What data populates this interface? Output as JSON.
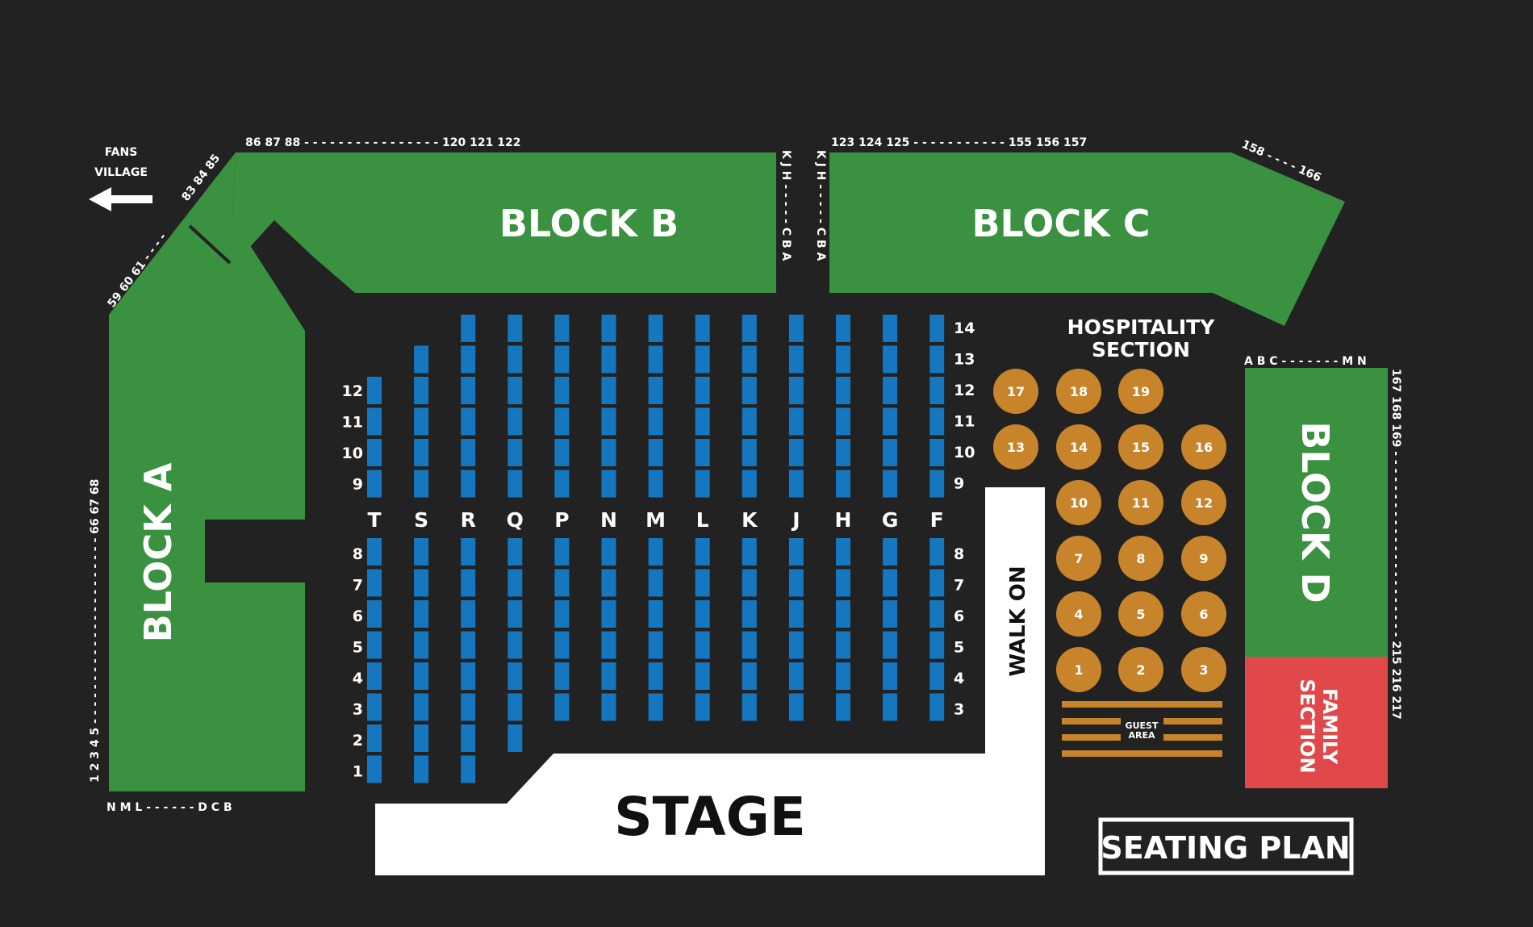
{
  "colors": {
    "background": "#222222",
    "block": "#3a9140",
    "seat": "#1577bf",
    "table": "#c8842a",
    "family": "#e0484a",
    "white": "#ffffff",
    "stage_text": "#111111"
  },
  "title": "SEATING PLAN",
  "fans_village": [
    "FANS",
    "VILLAGE"
  ],
  "blocks": {
    "a": "BLOCK A",
    "b": "BLOCK B",
    "c": "BLOCK C",
    "d": "BLOCK D",
    "family": [
      "FAMILY",
      "SECTION"
    ]
  },
  "stage": "STAGE",
  "walk_on": "WALK ON",
  "hospitality": [
    "HOSPITALITY",
    "SECTION"
  ],
  "guest_area": [
    "GUEST",
    "AREA"
  ],
  "edge_labels": {
    "block_b_top": "86 87 88 - - - - - - - - - - - - - - - - 120 121 122",
    "block_c_top": "123 124 125 - - - - - - - - - - - 155 156 157",
    "block_c_diag": "158 - - - - 166",
    "block_a_diag_upper": "83 84 85",
    "block_a_diag_lower": "59 60 61 - - - -",
    "block_a_left": "1 2 3 4 5 - - - - - - - - - - - - - - - - - - - - - - 66 67 68",
    "block_a_bottom": "N M L - - - - - - D C B",
    "block_b_right": "K J H - - - - - C B A",
    "block_c_left": "K J H - - - - - C B A",
    "block_d_top": "A B C - - - - - - - M N",
    "block_d_right": "167 168 169 - - - - - - - - - - - - - - - - - - - - - - 215 216 217"
  },
  "seating": {
    "columns": [
      "T",
      "S",
      "R",
      "Q",
      "P",
      "N",
      "M",
      "L",
      "K",
      "J",
      "H",
      "G",
      "F"
    ],
    "upper_rows_left": [
      "12",
      "11",
      "10",
      "9"
    ],
    "upper_rows_right": [
      "14",
      "13",
      "12",
      "11",
      "10",
      "9"
    ],
    "lower_rows_left": [
      "8",
      "7",
      "6",
      "5",
      "4",
      "3",
      "2",
      "1"
    ],
    "lower_rows_right": [
      "8",
      "7",
      "6",
      "5",
      "4",
      "3"
    ],
    "upper_rows_per_column": [
      4,
      5,
      6,
      6,
      6,
      6,
      6,
      6,
      6,
      6,
      6,
      6,
      6
    ],
    "lower_rows_per_column": [
      8,
      8,
      8,
      7,
      6,
      6,
      6,
      6,
      6,
      6,
      6,
      6,
      6
    ]
  },
  "tables": [
    "17",
    "18",
    "19",
    "13",
    "14",
    "15",
    "16",
    "10",
    "11",
    "12",
    "7",
    "8",
    "9",
    "4",
    "5",
    "6",
    "1",
    "2",
    "3"
  ]
}
